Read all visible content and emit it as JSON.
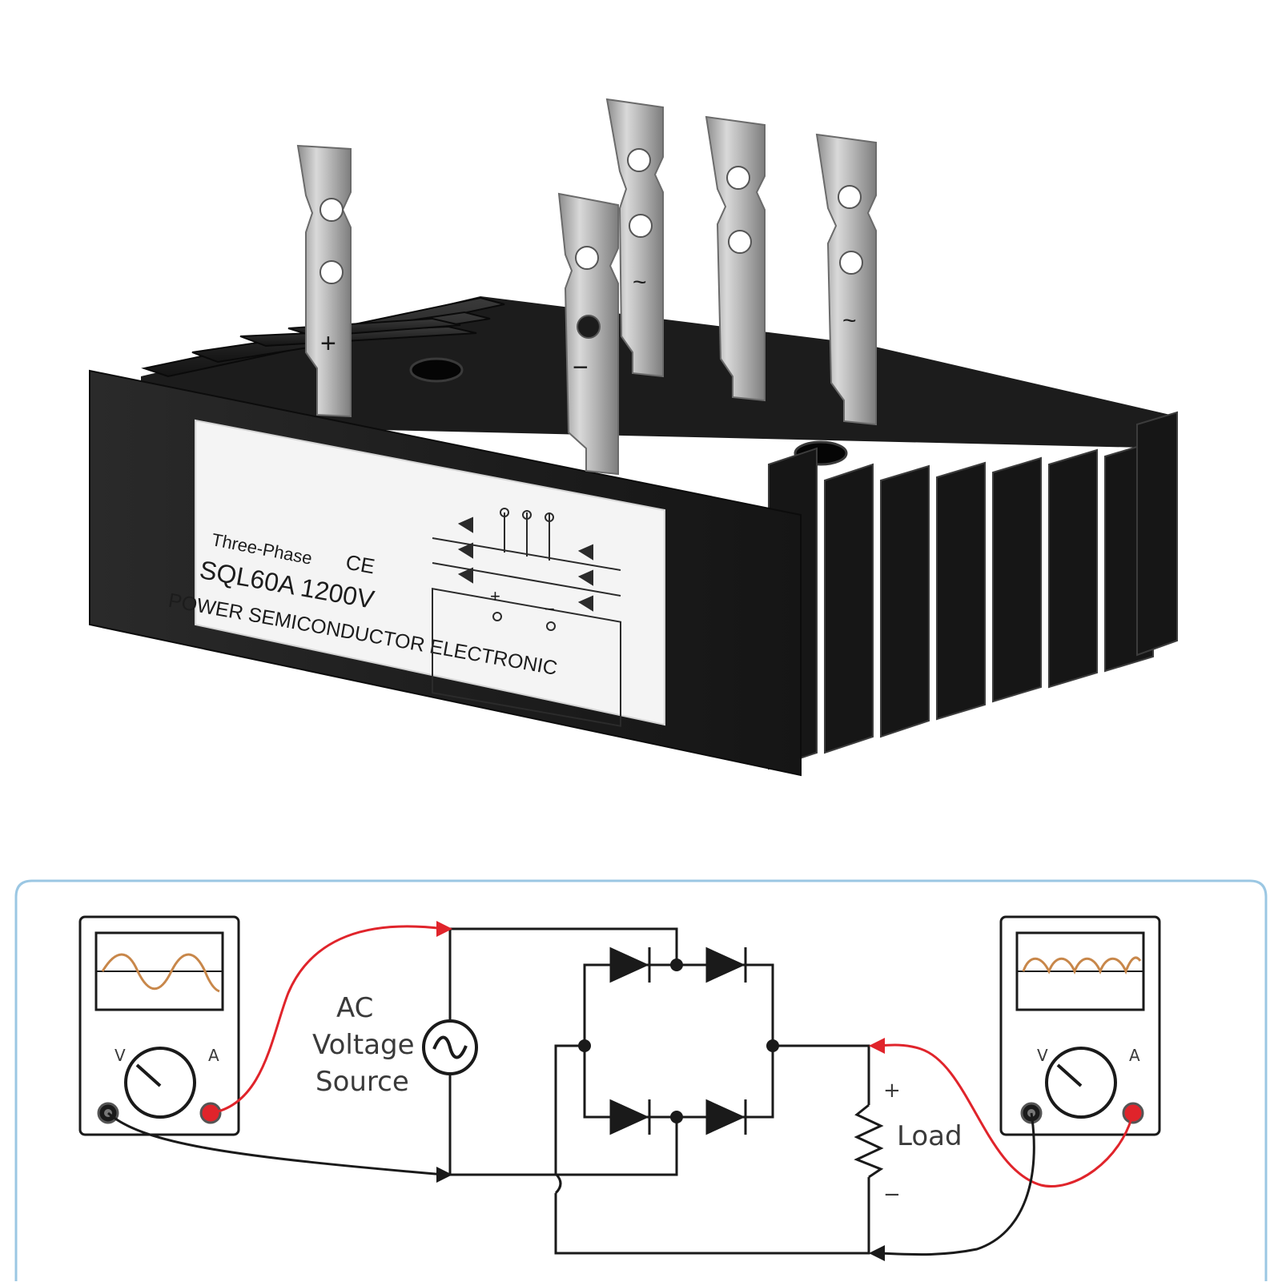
{
  "product": {
    "label": {
      "line1": "Three-Phase",
      "mark": "CE",
      "model": "SQL60A",
      "voltage": "1200V",
      "line3": "POWER SEMICONDUCTOR ELECTRONIC"
    },
    "terminal_marks": {
      "plus": "+",
      "minus": "−",
      "ac": "~"
    }
  },
  "diagram": {
    "source_label": [
      "AC",
      "Voltage",
      "Source"
    ],
    "load_label": "Load",
    "load_plus": "+",
    "load_minus": "−",
    "meter_left": {
      "v_label": "V",
      "a_label": "A"
    },
    "meter_right": {
      "v_label": "V",
      "a_label": "A"
    },
    "colors": {
      "probe_red": "#e0242b",
      "probe_black": "#1a1a1a",
      "trace_orange": "#c8874a",
      "frame_blue": "#9bc7e3"
    }
  }
}
